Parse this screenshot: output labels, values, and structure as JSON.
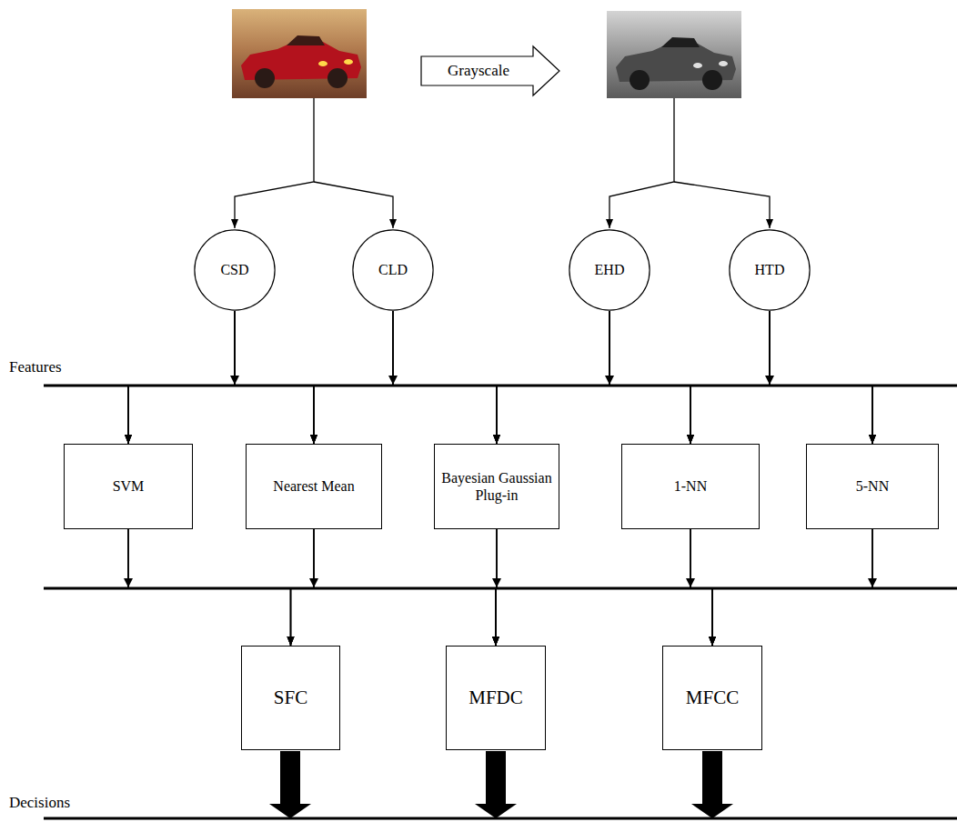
{
  "diagram": {
    "nodes": [
      {
        "text": [
          "Grayscale"
        ]
      },
      {
        "text": [
          "CSD"
        ]
      },
      {
        "text": [
          "CLD"
        ]
      },
      {
        "text": [
          "EHD"
        ]
      },
      {
        "text": [
          "HTD"
        ]
      },
      {
        "text": [
          "SVM"
        ]
      },
      {
        "text": [
          "Nearest Mean"
        ]
      },
      {
        "text": [
          "Bayesian Gaussian Plug-in"
        ]
      },
      {
        "text": [
          "1-NN"
        ]
      },
      {
        "text": [
          "5-NN"
        ]
      },
      {
        "text": [
          "SFC"
        ]
      },
      {
        "text": [
          "MFDC"
        ]
      },
      {
        "text": [
          "MFCC"
        ]
      }
    ],
    "edges": [
      {
        "from": 1,
        "to": 5,
        "arrow": "to"
      },
      {
        "from": 1,
        "to": 6,
        "arrow": "to"
      },
      {
        "from": 1,
        "to": 7,
        "arrow": "to"
      },
      {
        "from": 1,
        "to": 8,
        "arrow": "to"
      },
      {
        "from": 1,
        "to": 9,
        "arrow": "to"
      },
      {
        "from": 2,
        "to": 5,
        "arrow": "to"
      },
      {
        "from": 2,
        "to": 6,
        "arrow": "to"
      },
      {
        "from": 2,
        "to": 7,
        "arrow": "to"
      },
      {
        "from": 2,
        "to": 8,
        "arrow": "to"
      },
      {
        "from": 2,
        "to": 9,
        "arrow": "to"
      },
      {
        "from": 3,
        "to": 5,
        "arrow": "to"
      },
      {
        "from": 3,
        "to": 6,
        "arrow": "to"
      },
      {
        "from": 3,
        "to": 7,
        "arrow": "to"
      },
      {
        "from": 3,
        "to": 8,
        "arrow": "to"
      },
      {
        "from": 3,
        "to": 9,
        "arrow": "to"
      },
      {
        "from": 4,
        "to": 5,
        "arrow": "to"
      },
      {
        "from": 4,
        "to": 6,
        "arrow": "to"
      },
      {
        "from": 4,
        "to": 7,
        "arrow": "to"
      },
      {
        "from": 4,
        "to": 8,
        "arrow": "to"
      },
      {
        "from": 4,
        "to": 9,
        "arrow": "to"
      },
      {
        "from": 5,
        "to": 10,
        "arrow": "to"
      },
      {
        "from": 5,
        "to": 11,
        "arrow": "to"
      },
      {
        "from": 5,
        "to": 12,
        "arrow": "to"
      },
      {
        "from": 6,
        "to": 10,
        "arrow": "to"
      },
      {
        "from": 6,
        "to": 11,
        "arrow": "to"
      },
      {
        "from": 6,
        "to": 12,
        "arrow": "to"
      },
      {
        "from": 7,
        "to": 10,
        "arrow": "to"
      },
      {
        "from": 7,
        "to": 11,
        "arrow": "to"
      },
      {
        "from": 7,
        "to": 12,
        "arrow": "to"
      },
      {
        "from": 8,
        "to": 10,
        "arrow": "to"
      },
      {
        "from": 8,
        "to": 11,
        "arrow": "to"
      },
      {
        "from": 8,
        "to": 12,
        "arrow": "to"
      },
      {
        "from": 9,
        "to": 10,
        "arrow": "to"
      },
      {
        "from": 9,
        "to": 11,
        "arrow": "to"
      },
      {
        "from": 9,
        "to": 12,
        "arrow": "to"
      }
    ],
    "labels": [
      "Features",
      "Decisions"
    ]
  }
}
